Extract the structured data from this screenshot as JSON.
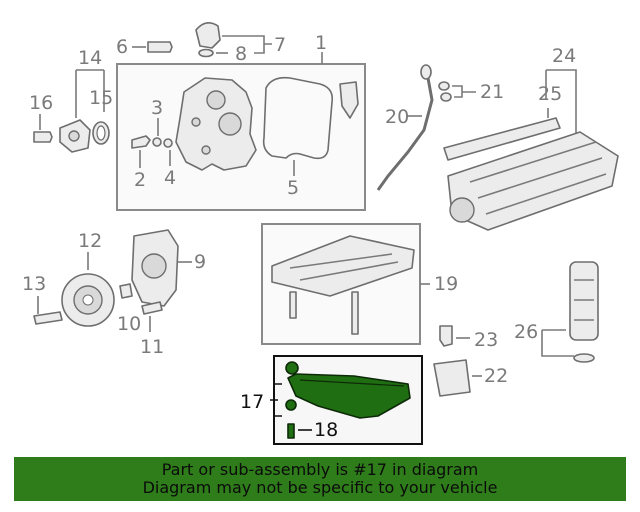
{
  "callouts": {
    "c1": "1",
    "c2": "2",
    "c3": "3",
    "c4": "4",
    "c5": "5",
    "c6": "6",
    "c7": "7",
    "c8": "8",
    "c9": "9",
    "c10": "10",
    "c11": "11",
    "c12": "12",
    "c13": "13",
    "c14": "14",
    "c15": "15",
    "c16": "16",
    "c17": "17",
    "c18": "18",
    "c19": "19",
    "c20": "20",
    "c21": "21",
    "c22": "22",
    "c23": "23",
    "c24": "24",
    "c25": "25",
    "c26": "26"
  },
  "highlight": {
    "part": "17",
    "color": "#1f6e12"
  },
  "banner": {
    "line1": "Part or sub-assembly is #17 in diagram",
    "line2": "Diagram may not be specific to your vehicle",
    "background": "#2e7d1a"
  }
}
